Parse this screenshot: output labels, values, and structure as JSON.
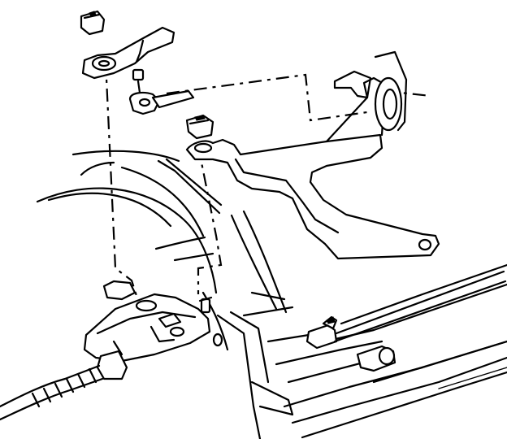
{
  "diagram": {
    "colors": {
      "stroke": "#000000",
      "background": "#ffffff"
    },
    "parts": [
      "upper-nut",
      "upper-bracket-arm",
      "lower-stud-fitting",
      "clip-fitting",
      "bracket-nut",
      "support-bracket",
      "wheelhouse-panel",
      "actuator-assembly",
      "harness-connector",
      "cable-lever"
    ]
  }
}
